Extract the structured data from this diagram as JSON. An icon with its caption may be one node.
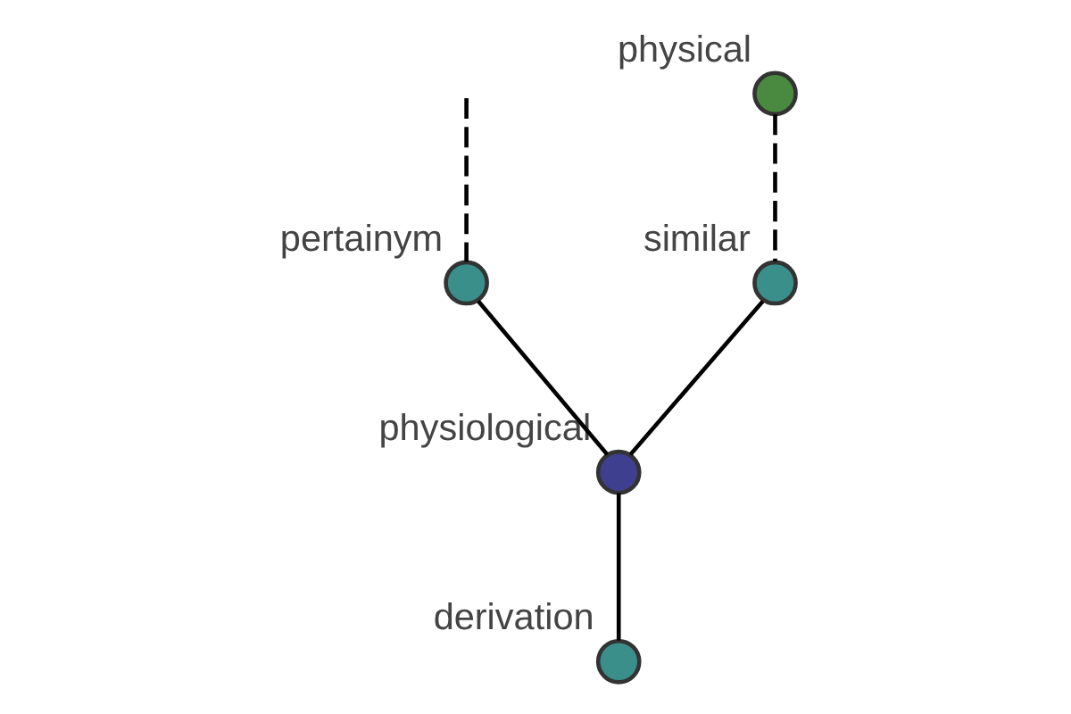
{
  "diagram": {
    "nodes": [
      {
        "text": [
          "physiological"
        ]
      },
      {
        "text": [
          "pertainym"
        ]
      },
      {
        "text": [
          "physical"
        ]
      },
      {
        "text": [
          "similar"
        ]
      },
      {
        "text": [
          "derivation"
        ]
      }
    ],
    "edges": [
      {
        "from": null,
        "to": 1,
        "arrow": "none",
        "style": "dashed"
      },
      {
        "from": 1,
        "to": 0,
        "arrow": "none"
      },
      {
        "from": 2,
        "to": 3,
        "arrow": "none",
        "style": "dashed"
      },
      {
        "from": 3,
        "to": 0,
        "arrow": "none"
      },
      {
        "from": 0,
        "to": 4,
        "arrow": "none"
      }
    ]
  }
}
